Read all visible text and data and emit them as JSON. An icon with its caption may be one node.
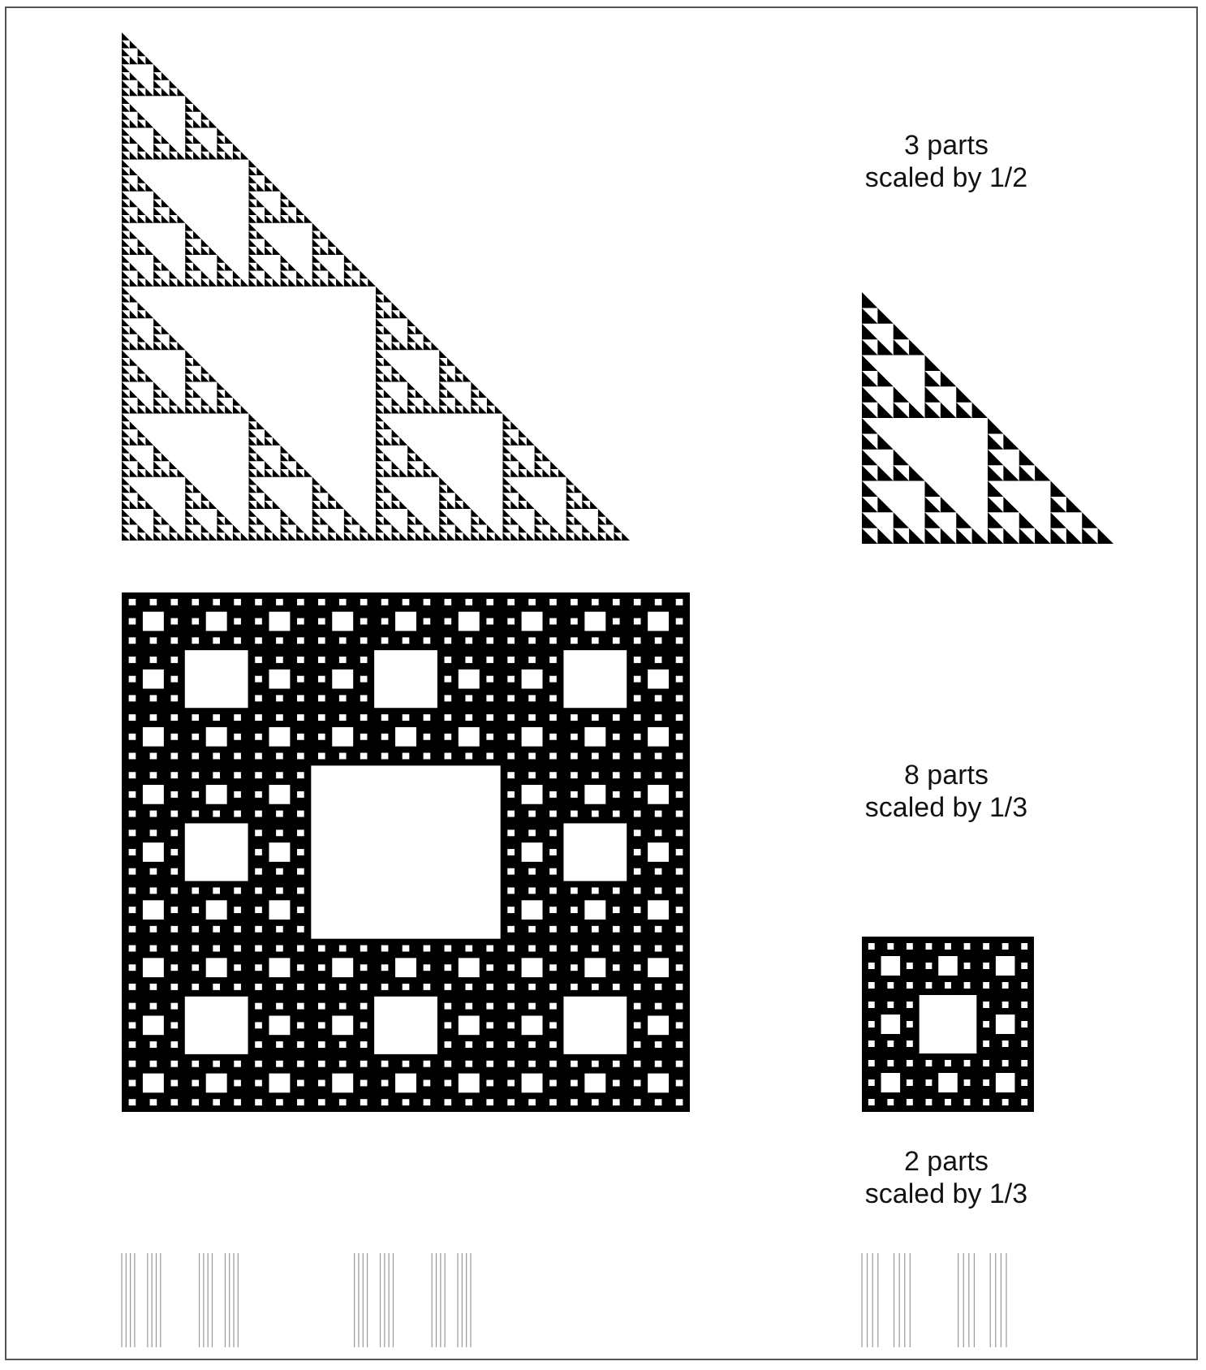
{
  "diagram": {
    "labels": [
      "3 parts scaled by 1/2",
      "8 parts scaled by 1/3",
      "2 parts scaled by 1/3"
    ]
  }
}
